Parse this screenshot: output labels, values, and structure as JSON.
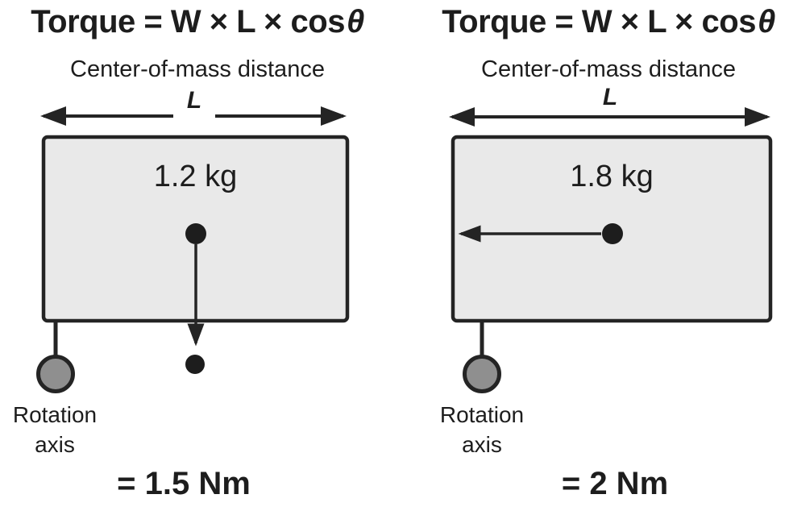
{
  "figure": {
    "colors": {
      "line": "#242424",
      "box_fill": "#e9e9e9",
      "axis_fill": "#8f8f8f",
      "dot": "#1d1d1d",
      "text": "#1d1d1d",
      "background": "#ffffff"
    }
  },
  "panels": [
    {
      "title_main": "Torque = W × L × cos",
      "title_theta": "θ",
      "subtitle": "Center-of-mass distance",
      "length_label": "L",
      "mass_label": "1.2 kg",
      "axis_label_line1": "Rotation",
      "axis_label_line2": "axis",
      "result": "= 1.5 Nm"
    },
    {
      "title_main": "Torque = W × L × cos",
      "title_theta": "θ",
      "subtitle": "Center-of-mass distance",
      "length_label": "L",
      "mass_label": "1.8 kg",
      "axis_label_line1": "Rotation",
      "axis_label_line2": "axis",
      "result": "= 2 Nm"
    }
  ]
}
